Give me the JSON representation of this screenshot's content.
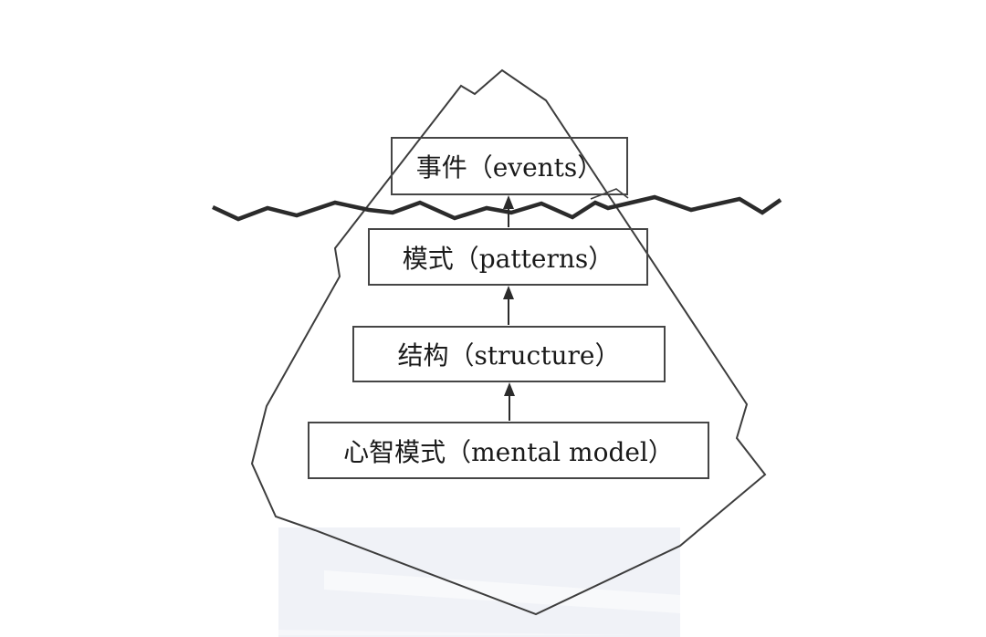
{
  "diagram": {
    "name": "systems-thinking-iceberg-model",
    "levels": [
      {
        "id": "events",
        "label": "事件（events）"
      },
      {
        "id": "patterns",
        "label": "模式（patterns）"
      },
      {
        "id": "structure",
        "label": "结构（structure）"
      },
      {
        "id": "mental-model",
        "label": "心智模式（mental model）"
      }
    ],
    "colors": {
      "outline": "#3d3d3d",
      "water_line": "#2b2b2b",
      "box_border": "#454545",
      "text": "#1a1a1a",
      "watermark": "#f0f2f7",
      "background": "#ffffff"
    }
  }
}
